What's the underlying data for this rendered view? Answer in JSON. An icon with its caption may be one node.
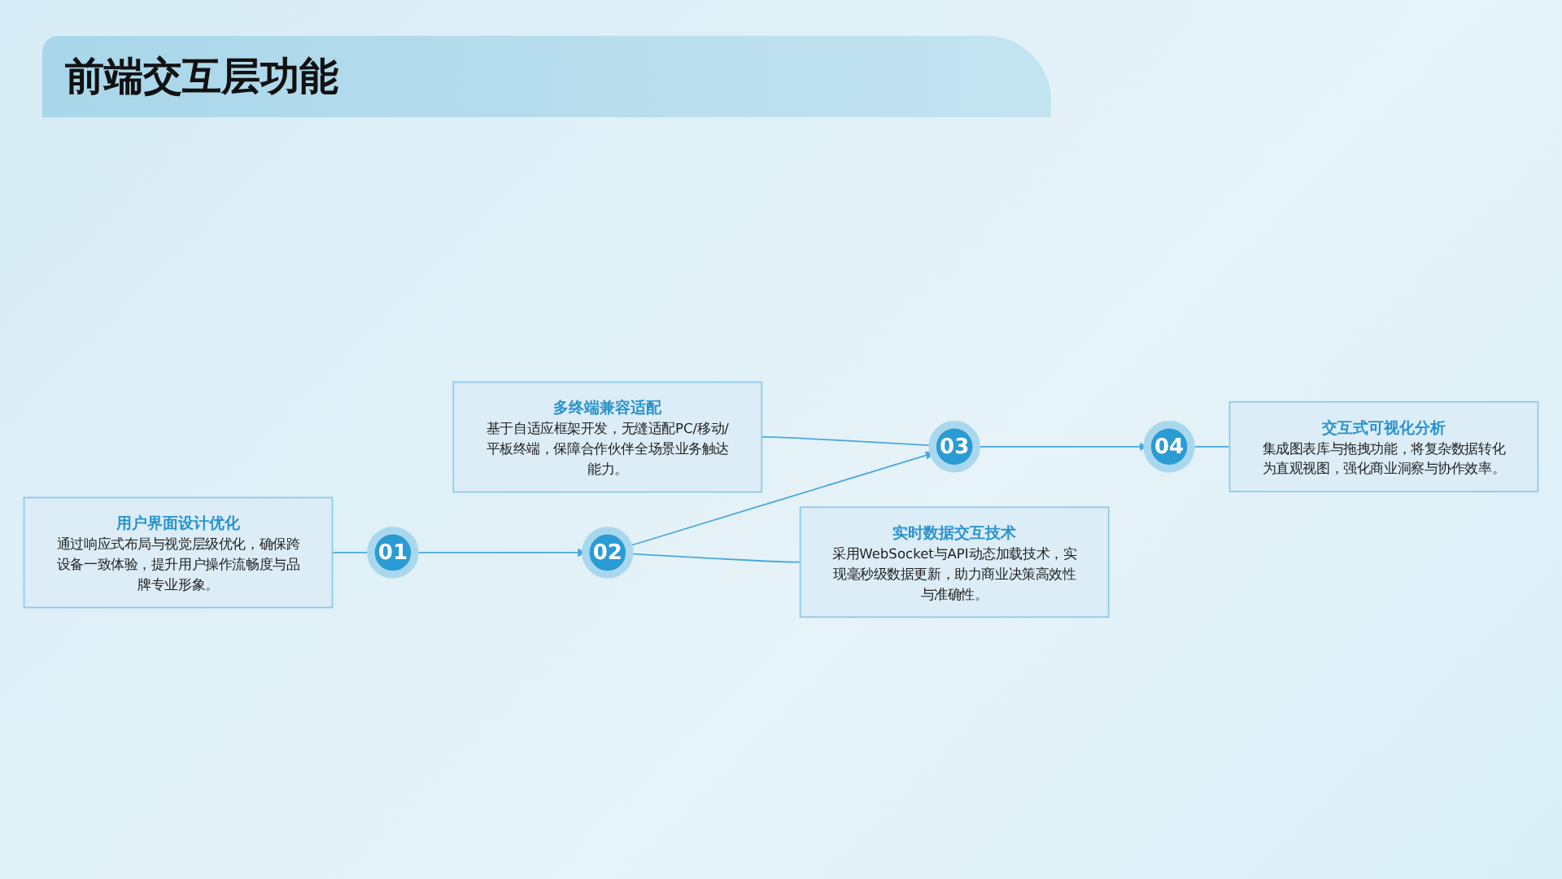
{
  "diagram": {
    "title": "前端交互层功能",
    "nodes": [
      {
        "text": [
          "用户界面设计优化",
          "通过响应式布局与视觉层级优化，确保跨设备一致体验，提升用户操作流畅度与品牌专业形象。"
        ]
      },
      {
        "text": [
          "多终端兼容适配",
          "基于自适应框架开发，无缝适配PC/移动/平板终端，保障合作伙伴全场景业务触达能力。"
        ]
      },
      {
        "text": [
          "01"
        ]
      },
      {
        "text": [
          "02"
        ]
      },
      {
        "text": [
          "03"
        ]
      },
      {
        "text": [
          "04"
        ]
      },
      {
        "text": [
          "实时数据交互技术",
          "采用WebSocket与API动态加载技术，实现毫秒级数据更新，助力商业决策高效性与准确性。"
        ]
      },
      {
        "text": [
          "交互式可视化分析",
          "集成图表库与拖拽功能，将复杂数据转化为直观视图，强化商业洞察与协作效率。"
        ]
      }
    ],
    "edges": [
      {
        "from": 2,
        "to": 3,
        "arrow": "to"
      },
      {
        "from": 3,
        "to": 4,
        "arrow": "to"
      },
      {
        "from": 4,
        "to": 5,
        "arrow": "to"
      },
      {
        "from": 0,
        "to": 2,
        "arrow": "none"
      },
      {
        "from": 1,
        "to": 4,
        "arrow": "none"
      },
      {
        "from": 3,
        "to": 6,
        "arrow": "none"
      },
      {
        "from": 5,
        "to": 7,
        "arrow": "none"
      }
    ]
  }
}
